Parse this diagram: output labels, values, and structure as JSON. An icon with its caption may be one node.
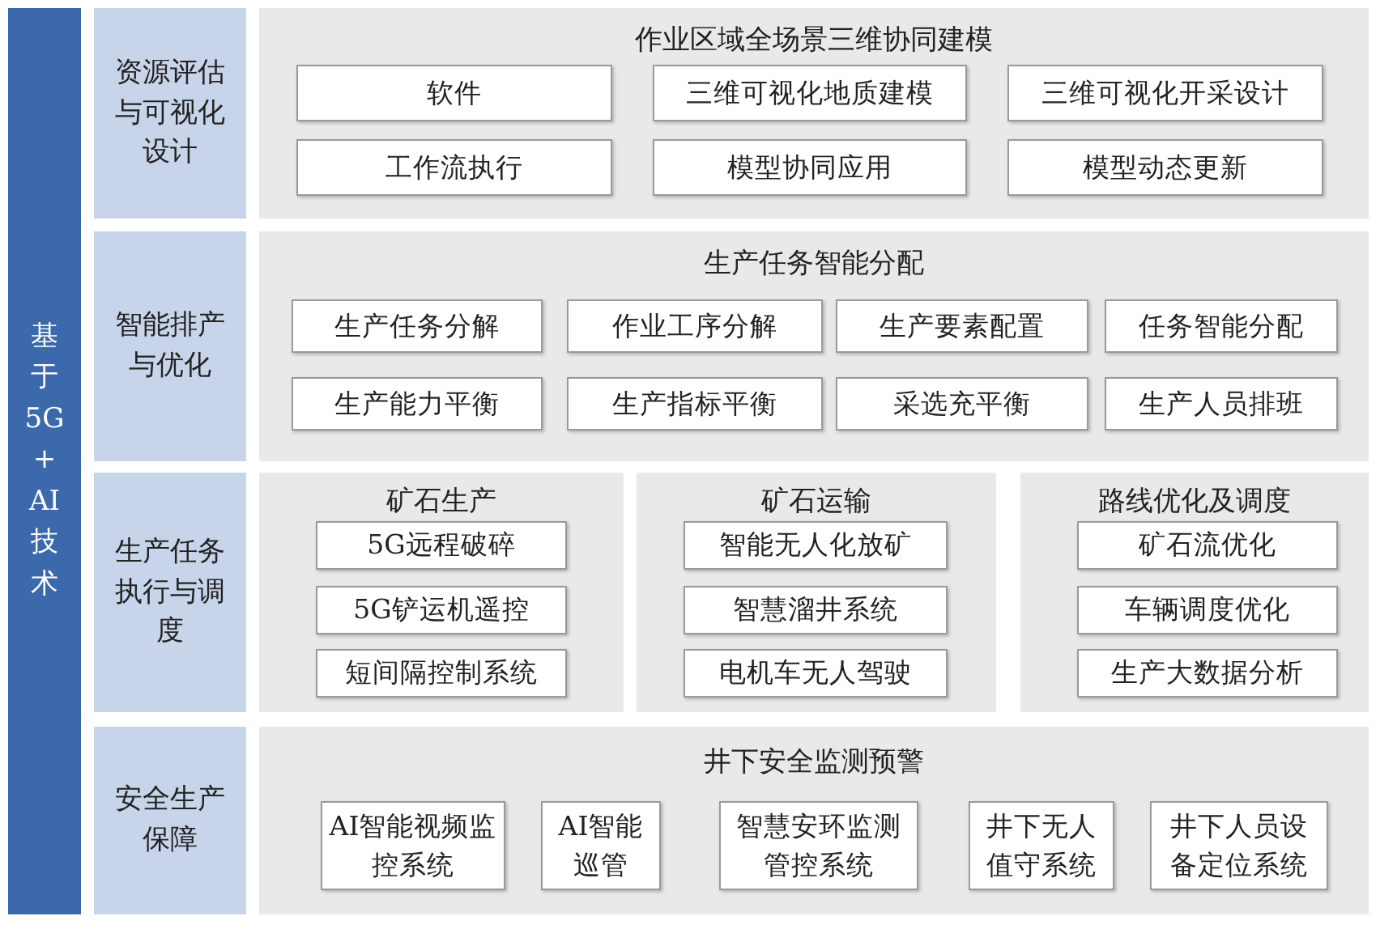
{
  "diagram": {
    "nodes": [
      {
        "text": [
          "基于5G+AI技术"
        ]
      },
      {
        "text": [
          "资源评估与可视化设计"
        ]
      },
      {
        "text": [
          "作业区域全场景三维协同建模"
        ]
      },
      {
        "text": [
          "软件"
        ],
        "in": 2
      },
      {
        "text": [
          "三维可视化地质建模"
        ],
        "in": 2
      },
      {
        "text": [
          "三维可视化开采设计"
        ],
        "in": 2
      },
      {
        "text": [
          "工作流执行"
        ],
        "in": 2
      },
      {
        "text": [
          "模型协同应用"
        ],
        "in": 2
      },
      {
        "text": [
          "模型动态更新"
        ],
        "in": 2
      },
      {
        "text": [
          "智能排产与优化"
        ]
      },
      {
        "text": [
          "生产任务智能分配"
        ]
      },
      {
        "text": [
          "生产任务分解"
        ],
        "in": 10
      },
      {
        "text": [
          "作业工序分解"
        ],
        "in": 10
      },
      {
        "text": [
          "生产要素配置"
        ],
        "in": 10
      },
      {
        "text": [
          "任务智能分配"
        ],
        "in": 10
      },
      {
        "text": [
          "生产能力平衡"
        ],
        "in": 10
      },
      {
        "text": [
          "生产指标平衡"
        ],
        "in": 10
      },
      {
        "text": [
          "采选充平衡"
        ],
        "in": 10
      },
      {
        "text": [
          "生产人员排班"
        ],
        "in": 10
      },
      {
        "text": [
          "生产任务执行与调度"
        ]
      },
      {
        "text": [
          "矿石生产"
        ]
      },
      {
        "text": [
          "5G远程破碎"
        ],
        "in": 20
      },
      {
        "text": [
          "5G铲运机遥控"
        ],
        "in": 20
      },
      {
        "text": [
          "短间隔控制系统"
        ],
        "in": 20
      },
      {
        "text": [
          "矿石运输"
        ]
      },
      {
        "text": [
          "智能无人化放矿"
        ],
        "in": 24
      },
      {
        "text": [
          "智慧溜井系统"
        ],
        "in": 24
      },
      {
        "text": [
          "电机车无人驾驶"
        ],
        "in": 24
      },
      {
        "text": [
          "路线优化及调度"
        ]
      },
      {
        "text": [
          "矿石流优化"
        ],
        "in": 28
      },
      {
        "text": [
          "车辆调度优化"
        ],
        "in": 28
      },
      {
        "text": [
          "生产大数据分析"
        ],
        "in": 28
      },
      {
        "text": [
          "安全生产保障"
        ]
      },
      {
        "text": [
          "井下安全监测预警"
        ]
      },
      {
        "text": [
          "AI智能视频监控系统"
        ],
        "in": 33
      },
      {
        "text": [
          "AI智能巡管"
        ],
        "in": 33
      },
      {
        "text": [
          "智慧安环监测管控系统"
        ],
        "in": 33
      },
      {
        "text": [
          "井下无人值守系统"
        ],
        "in": 33
      },
      {
        "text": [
          "井下人员设备定位系统"
        ],
        "in": 33
      }
    ]
  }
}
